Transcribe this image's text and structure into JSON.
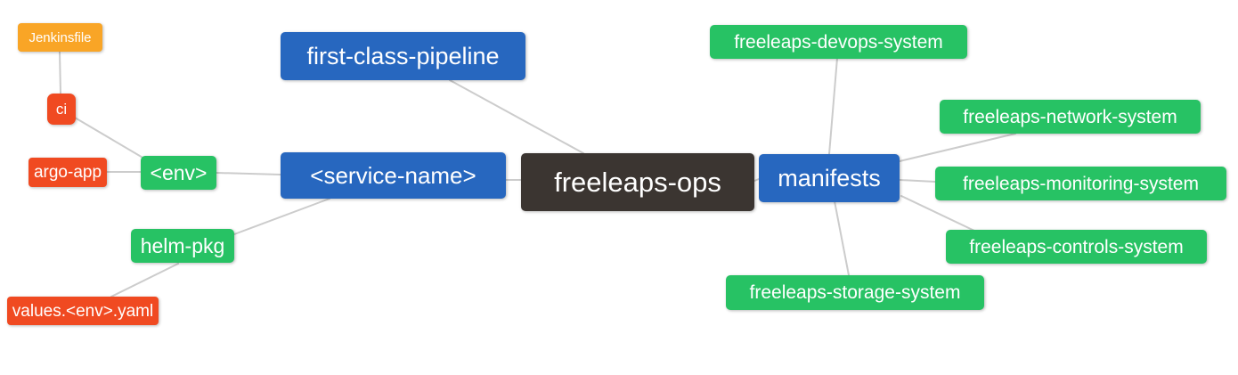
{
  "palette": {
    "blue": "#2767BF",
    "green": "#27C264",
    "red": "#F04A21",
    "orange": "#F9A526",
    "dark": "#3B3531",
    "edge": "#CCCCCC",
    "node_text": "#FFFFFF",
    "background": "#FFFFFF"
  },
  "mindmap": {
    "root_label": "freeleaps-ops",
    "nodes": {
      "jenkinsfile": {
        "label": "Jenkinsfile",
        "color": "#F9A526"
      },
      "ci": {
        "label": "ci",
        "color": "#F04A21"
      },
      "argo_app": {
        "label": "argo-app",
        "color": "#F04A21"
      },
      "env": {
        "label": "<env>",
        "color": "#27C264"
      },
      "helm_pkg": {
        "label": "helm-pkg",
        "color": "#27C264"
      },
      "values_env_yaml": {
        "label": "values.<env>.yaml",
        "color": "#F04A21"
      },
      "first_class_pipeline": {
        "label": "first-class-pipeline",
        "color": "#2767BF"
      },
      "service_name": {
        "label": "<service-name>",
        "color": "#2767BF"
      },
      "freeleaps_ops": {
        "label": "freeleaps-ops",
        "color": "#3B3531"
      },
      "manifests": {
        "label": "manifests",
        "color": "#2767BF"
      },
      "devops_system": {
        "label": "freeleaps-devops-system",
        "color": "#27C264"
      },
      "network_system": {
        "label": "freeleaps-network-system",
        "color": "#27C264"
      },
      "monitoring_system": {
        "label": "freeleaps-monitoring-system",
        "color": "#27C264"
      },
      "controls_system": {
        "label": "freeleaps-controls-system",
        "color": "#27C264"
      },
      "storage_system": {
        "label": "freeleaps-storage-system",
        "color": "#27C264"
      }
    },
    "edges": [
      {
        "from": "Jenkinsfile",
        "to": "ci"
      },
      {
        "from": "ci",
        "to": "<env>"
      },
      {
        "from": "argo-app",
        "to": "<env>"
      },
      {
        "from": "<env>",
        "to": "<service-name>"
      },
      {
        "from": "<service-name>",
        "to": "helm-pkg"
      },
      {
        "from": "helm-pkg",
        "to": "values.<env>.yaml"
      },
      {
        "from": "first-class-pipeline",
        "to": "freeleaps-ops"
      },
      {
        "from": "<service-name>",
        "to": "freeleaps-ops"
      },
      {
        "from": "freeleaps-ops",
        "to": "manifests"
      },
      {
        "from": "manifests",
        "to": "freeleaps-devops-system"
      },
      {
        "from": "manifests",
        "to": "freeleaps-network-system"
      },
      {
        "from": "manifests",
        "to": "freeleaps-monitoring-system"
      },
      {
        "from": "manifests",
        "to": "freeleaps-controls-system"
      },
      {
        "from": "manifests",
        "to": "freeleaps-storage-system"
      }
    ]
  }
}
